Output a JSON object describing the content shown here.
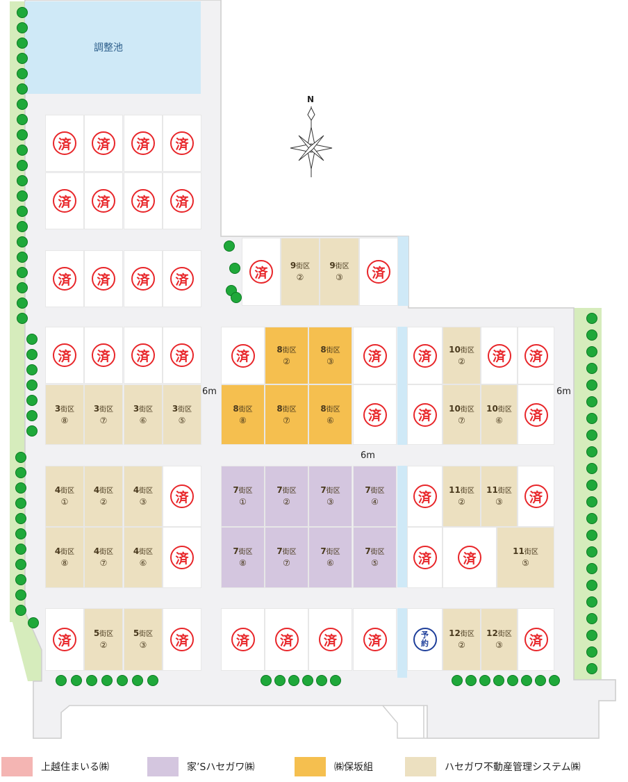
{
  "pond_label": "調整池",
  "north_label": "N",
  "road_labels": [
    "6m",
    "6m",
    "6m"
  ],
  "colors": {
    "sold_stamp": "#e8262a",
    "reserved_stamp": "#1f3f9a",
    "beige": "#ece0c0",
    "purple": "#d4c6df",
    "orange": "#f5bf4f",
    "pink": "#f4b5b3",
    "water": "#cfe9f7",
    "green": "#d6ecbc"
  },
  "stamps": {
    "sold": "済",
    "reserved_1": "予",
    "reserved_2": "約"
  },
  "lots": [
    {
      "block": "3街区",
      "num": "⑧"
    },
    {
      "block": "3街区",
      "num": "⑦"
    },
    {
      "block": "3街区",
      "num": "⑥"
    },
    {
      "block": "3街区",
      "num": "⑤"
    },
    {
      "block": "4街区",
      "num": "①"
    },
    {
      "block": "4街区",
      "num": "②"
    },
    {
      "block": "4街区",
      "num": "③"
    },
    {
      "block": "4街区",
      "num": "⑧"
    },
    {
      "block": "4街区",
      "num": "⑦"
    },
    {
      "block": "4街区",
      "num": "⑥"
    },
    {
      "block": "5街区",
      "num": "②"
    },
    {
      "block": "5街区",
      "num": "③"
    },
    {
      "block": "9街区",
      "num": "②"
    },
    {
      "block": "9街区",
      "num": "③"
    },
    {
      "block": "8街区",
      "num": "②"
    },
    {
      "block": "8街区",
      "num": "③"
    },
    {
      "block": "8街区",
      "num": "⑧"
    },
    {
      "block": "8街区",
      "num": "⑦"
    },
    {
      "block": "8街区",
      "num": "⑥"
    },
    {
      "block": "7街区",
      "num": "①"
    },
    {
      "block": "7街区",
      "num": "②"
    },
    {
      "block": "7街区",
      "num": "③"
    },
    {
      "block": "7街区",
      "num": "④"
    },
    {
      "block": "7街区",
      "num": "⑧"
    },
    {
      "block": "7街区",
      "num": "⑦"
    },
    {
      "block": "7街区",
      "num": "⑥"
    },
    {
      "block": "7街区",
      "num": "⑤"
    },
    {
      "block": "10街区",
      "num": "②"
    },
    {
      "block": "10街区",
      "num": "⑦"
    },
    {
      "block": "10街区",
      "num": "⑥"
    },
    {
      "block": "11街区",
      "num": "②"
    },
    {
      "block": "11街区",
      "num": "③"
    },
    {
      "block": "11街区",
      "num": "⑤"
    },
    {
      "block": "12街区",
      "num": "②"
    },
    {
      "block": "12街区",
      "num": "③"
    }
  ],
  "legend": [
    {
      "label": "上越住まいる㈱",
      "color": "#f4b5b3"
    },
    {
      "label": "家’Sハセガワ㈱",
      "color": "#d4c6df"
    },
    {
      "label": "㈱保坂組",
      "color": "#f5bf4f"
    },
    {
      "label": "ハセガワ不動産管理システム㈱",
      "color": "#ece0c0"
    }
  ]
}
